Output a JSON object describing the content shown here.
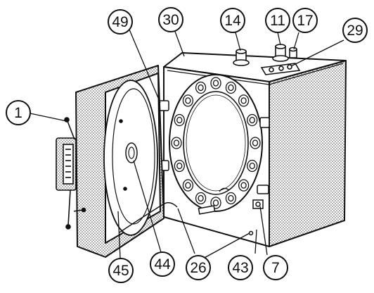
{
  "diagram": {
    "subject": "autoclave-with-open-door",
    "callouts": [
      {
        "id": "c1",
        "label": "1"
      },
      {
        "id": "c49",
        "label": "49"
      },
      {
        "id": "c30",
        "label": "30"
      },
      {
        "id": "c14",
        "label": "14"
      },
      {
        "id": "c11",
        "label": "11"
      },
      {
        "id": "c17",
        "label": "17"
      },
      {
        "id": "c29",
        "label": "29"
      },
      {
        "id": "c45",
        "label": "45"
      },
      {
        "id": "c44",
        "label": "44"
      },
      {
        "id": "c26",
        "label": "26"
      },
      {
        "id": "c43",
        "label": "43"
      },
      {
        "id": "c7",
        "label": "7"
      }
    ]
  },
  "colors": {
    "line": "#111111",
    "panel_fill": "#ffffff",
    "stipple": "#cfcfcf"
  }
}
